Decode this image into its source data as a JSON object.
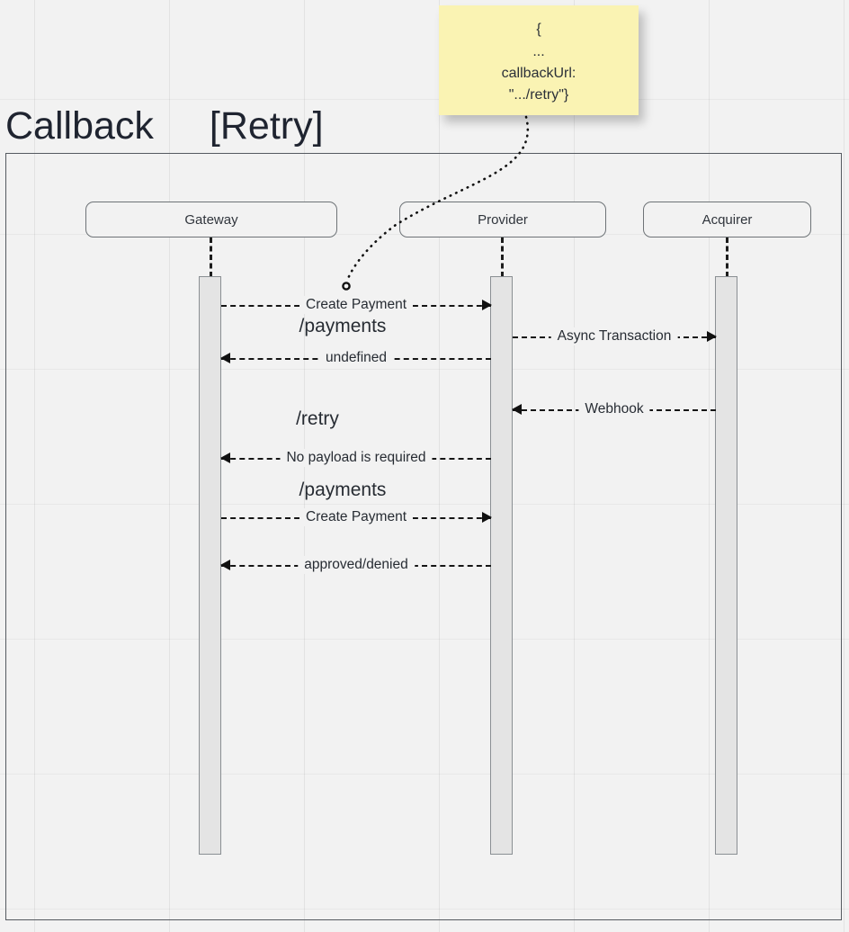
{
  "diagram": {
    "title": "Callback",
    "fragment_tag": "[Retry]",
    "type": "sequence-diagram"
  },
  "note": {
    "lines": [
      "{",
      "...",
      "callbackUrl:",
      "\".../retry\"}"
    ],
    "color": "#faf3b3"
  },
  "participants": [
    {
      "name": "Gateway",
      "id": "gateway"
    },
    {
      "name": "Provider",
      "id": "provider"
    },
    {
      "name": "Acquirer",
      "id": "acquirer"
    }
  ],
  "messages": [
    {
      "label": "Create Payment",
      "from": "gateway",
      "to": "provider",
      "direction": "right"
    },
    {
      "label": "Async Transaction",
      "from": "provider",
      "to": "acquirer",
      "direction": "right"
    },
    {
      "label": "undefined",
      "from": "provider",
      "to": "gateway",
      "direction": "left"
    },
    {
      "label": "Webhook",
      "from": "acquirer",
      "to": "provider",
      "direction": "left"
    },
    {
      "label": "No payload is required",
      "from": "provider",
      "to": "gateway",
      "direction": "left"
    },
    {
      "label": "Create Payment",
      "from": "gateway",
      "to": "provider",
      "direction": "right"
    },
    {
      "label": "approved/denied",
      "from": "provider",
      "to": "gateway",
      "direction": "left"
    }
  ],
  "path_labels": [
    {
      "text": "/payments"
    },
    {
      "text": "/retry"
    },
    {
      "text": "/payments"
    }
  ]
}
